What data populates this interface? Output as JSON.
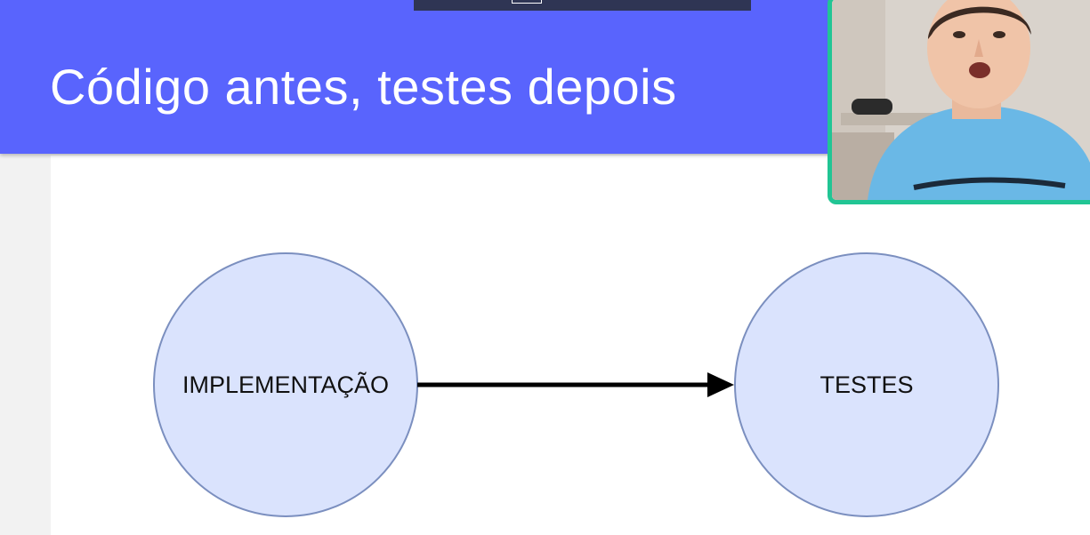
{
  "slide": {
    "title": "Código antes, testes depois"
  },
  "diagram": {
    "nodes": [
      {
        "id": "implementacao",
        "label": "IMPLEMENTAÇÃO"
      },
      {
        "id": "testes",
        "label": "TESTES"
      }
    ],
    "edges": [
      {
        "from": "implementacao",
        "to": "testes"
      }
    ]
  },
  "colors": {
    "header": "#5964fd",
    "node_fill": "#dae3fd",
    "node_stroke": "#7b8fbf",
    "arrow": "#000000",
    "webcam_border": "#21c594"
  }
}
